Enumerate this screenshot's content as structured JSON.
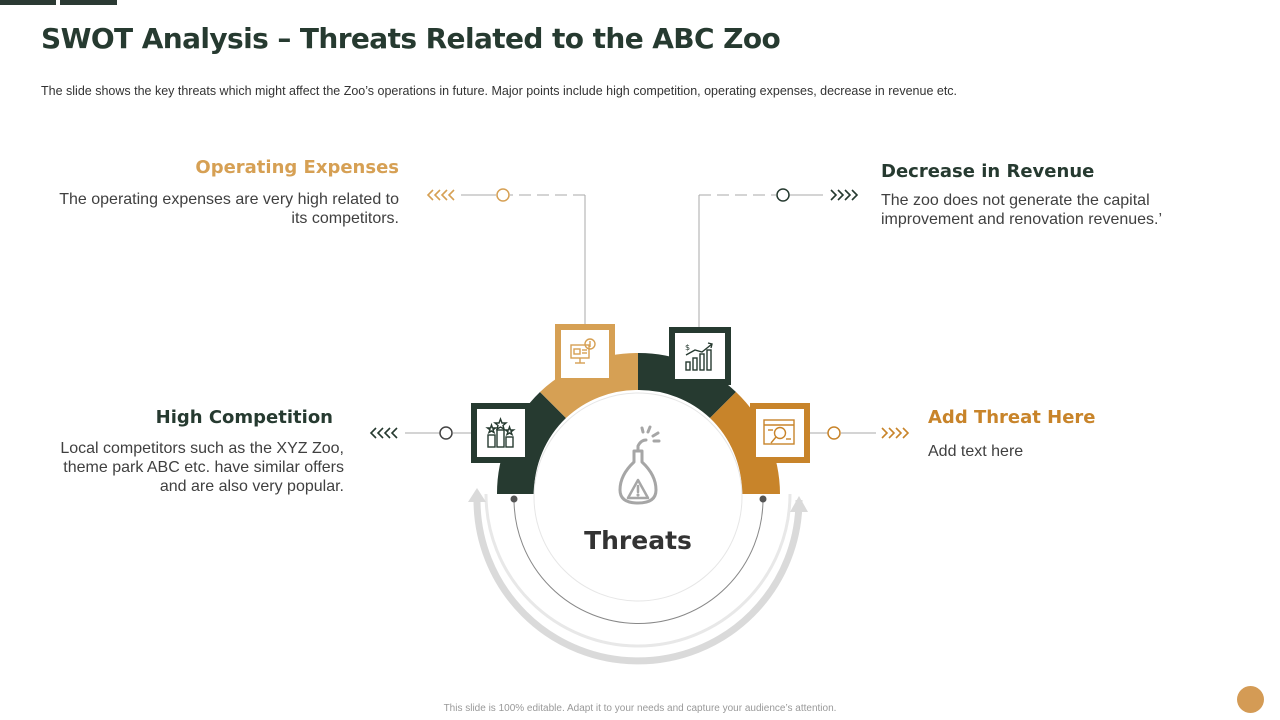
{
  "slide": {
    "title": "SWOT Analysis – Threats Related to the ABC Zoo",
    "subtitle": "The slide shows the key threats which might affect the Zoo’s operations in future. Major points include high competition, operating expenses, decrease in revenue  etc.",
    "center_label": "Threats",
    "footer": "This slide is 100% editable. Adapt it to your needs and capture your audience’s attention."
  },
  "threats": {
    "operating_expenses": {
      "heading": "Operating Expenses",
      "text": "The operating expenses are very high related to its competitors.",
      "icon": "computer-money-icon"
    },
    "decrease_in_revenue": {
      "heading": "Decrease in Revenue",
      "text": "The zoo does not generate the capital improvement and renovation revenues.’",
      "icon": "growth-chart-icon"
    },
    "high_competition": {
      "heading": "High Competition",
      "line1": "Local competitors such as the XYZ Zoo,",
      "line2": "theme park ABC etc. have similar offers",
      "line3": "and are also very popular.",
      "icon": "podium-stars-icon"
    },
    "add_threat": {
      "heading": "Add Threat Here",
      "text": "Add text here",
      "icon": "browser-search-icon"
    }
  },
  "colors": {
    "dark": "#263a30",
    "gold": "#d6a054",
    "orange": "#c8842a",
    "gray": "#d9d9d9"
  }
}
